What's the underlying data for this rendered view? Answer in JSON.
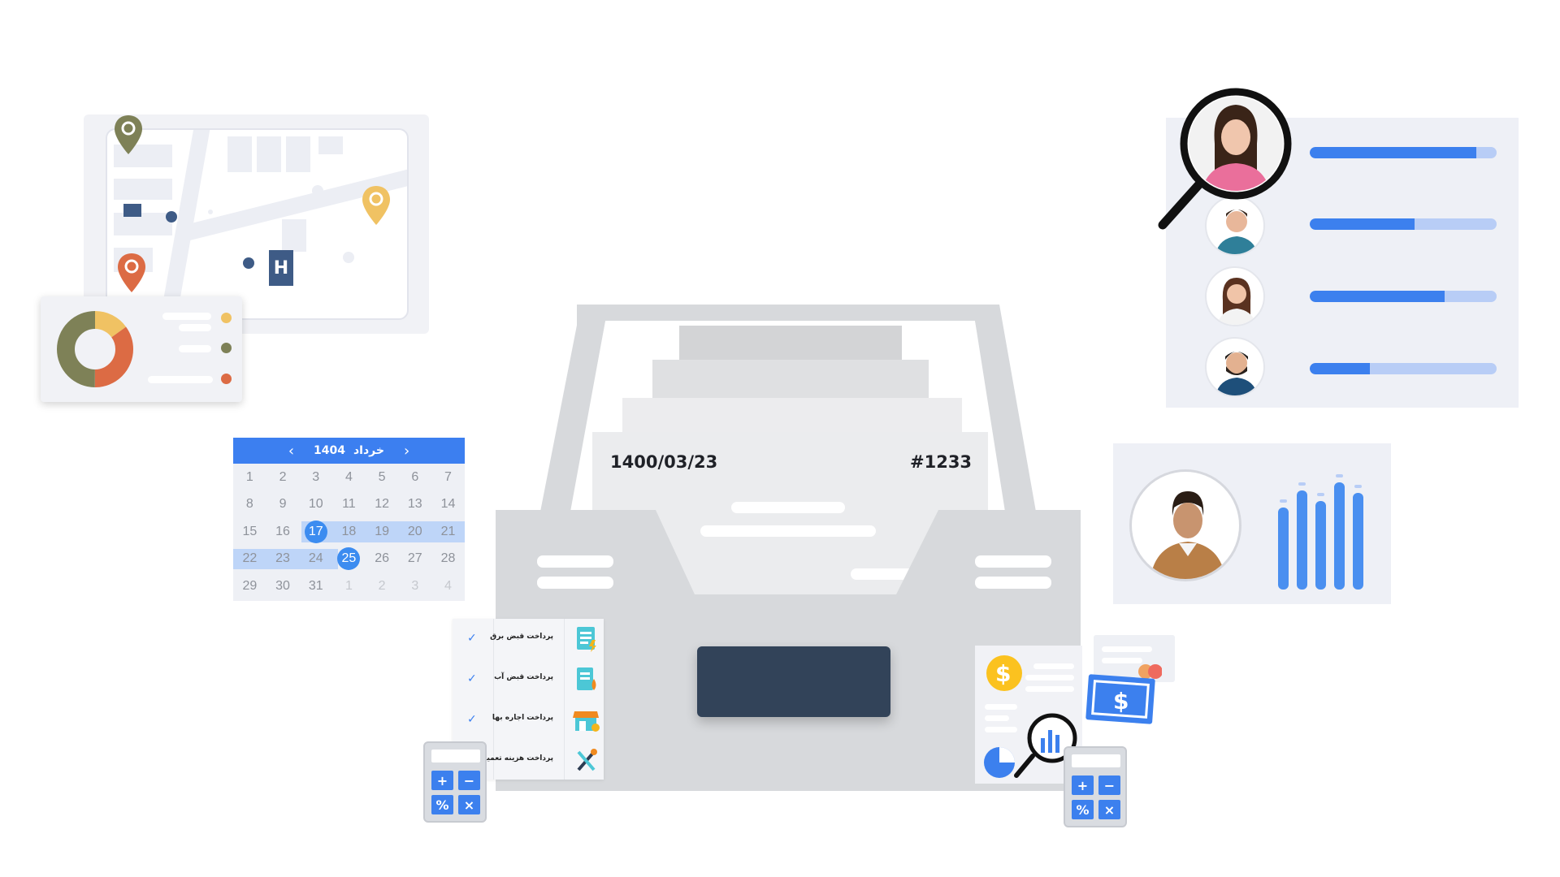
{
  "colors": {
    "accent_blue": "#3c80ee",
    "light_blue": "#b8cdf6",
    "navy": "#324359",
    "olive": "#7e8157",
    "orange": "#dc6b44",
    "yellow": "#f0c263",
    "panel_gray": "#eef0f6"
  },
  "map": {
    "hospital_label": "H",
    "pin_icons": [
      "location-pin-icon",
      "location-pin-icon",
      "location-pin-icon"
    ]
  },
  "donut": {
    "segments": [
      {
        "color": "#f0c263",
        "fraction": 0.15
      },
      {
        "color": "#dc6b44",
        "fraction": 0.35
      },
      {
        "color": "#7e8157",
        "fraction": 0.5
      }
    ]
  },
  "calendar": {
    "month": "خرداد",
    "year": "1404",
    "prev_icon": "‹",
    "next_icon": "›",
    "weeks": [
      [
        "1",
        "2",
        "3",
        "4",
        "5",
        "6",
        "7"
      ],
      [
        "8",
        "9",
        "10",
        "11",
        "12",
        "13",
        "14"
      ],
      [
        "15",
        "16",
        "17",
        "18",
        "19",
        "20",
        "21"
      ],
      [
        "22",
        "23",
        "24",
        "25",
        "26",
        "27",
        "28"
      ],
      [
        "29",
        "30",
        "31",
        "1",
        "2",
        "3",
        "4"
      ]
    ],
    "selected": [
      "17",
      "25"
    ]
  },
  "users": {
    "progress": [
      0.89,
      0.56,
      0.72,
      0.32
    ],
    "search_icon": "magnifier-icon"
  },
  "profile_stats": {
    "bars": [
      0.72,
      0.87,
      0.78,
      0.94,
      0.85
    ]
  },
  "file": {
    "date": "1400/03/23",
    "id": "#1233"
  },
  "bills": {
    "items": [
      {
        "label": "پرداخت قبض برق",
        "icon": "electric-bill-icon",
        "checked": true
      },
      {
        "label": "پرداخت قبض آب",
        "icon": "water-bill-icon",
        "checked": true
      },
      {
        "label": "پرداخت اجاره بها",
        "icon": "shop-rent-icon",
        "checked": true
      },
      {
        "label": "پرداخت هزینه تعمیرات",
        "icon": "repair-tools-icon",
        "checked": false
      }
    ],
    "check_glyph": "✓"
  },
  "calculator": {
    "keys": [
      "+",
      "−",
      "%",
      "×"
    ]
  },
  "finance": {
    "currency_symbol": "$"
  }
}
